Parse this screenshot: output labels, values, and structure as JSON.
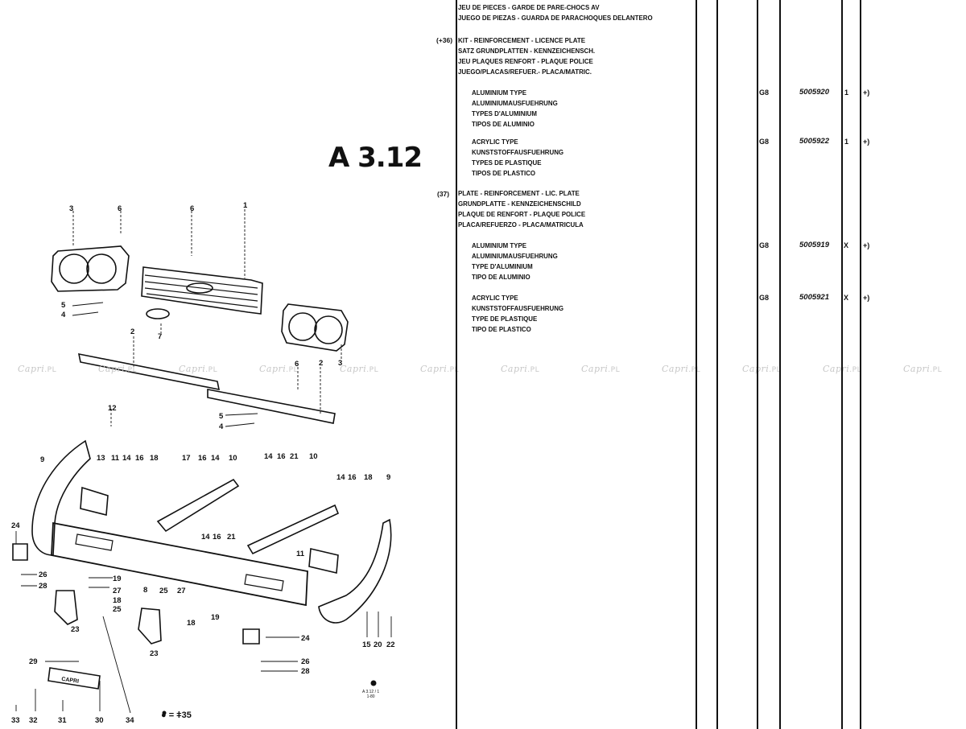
{
  "plate": {
    "title": "A 3.12"
  },
  "header_lines": [
    "JEU DE PIECES - GARDE DE PARE-CHOCS AV",
    "JUEGO DE PIEZAS - GUARDA DE PARACHOQUES DELANTERO"
  ],
  "groups": [
    {
      "ref": "(+36)",
      "lines": [
        "KIT - REINFORCEMENT - LICENCE PLATE",
        "SATZ GRUNDPLATTEN - KENNZEICHENSCH.",
        "JEU PLAQUES RENFORT - PLAQUE POLICE",
        "JUEGO/PLACAS/REFUER.- PLACA/MATRIC."
      ],
      "items": [
        {
          "lines": [
            "ALUMINIUM TYPE",
            "ALUMINIUMAUSFUEHRUNG",
            "TYPES D'ALUMINIUM",
            "TIPOS DE ALUMINIO"
          ],
          "code": "G8",
          "part_no": "5005920",
          "qty": "1",
          "note": "+)"
        },
        {
          "lines": [
            "ACRYLIC TYPE",
            "KUNSTSTOFFAUSFUEHRUNG",
            "TYPES DE PLASTIQUE",
            "TIPOS DE PLASTICO"
          ],
          "code": "G8",
          "part_no": "5005922",
          "qty": "1",
          "note": "+)"
        }
      ]
    },
    {
      "ref": "(37)",
      "lines": [
        "PLATE - REINFORCEMENT - LIC. PLATE",
        "GRUNDPLATTE - KENNZEICHENSCHILD",
        "PLAQUE DE RENFORT - PLAQUE POLICE",
        "PLACA/REFUERZO - PLACA/MATRICULA"
      ],
      "items": [
        {
          "lines": [
            "ALUMINIUM TYPE",
            "ALUMINIUMAUSFUEHRUNG",
            "TYPE D'ALUMINIUM",
            "TIPO DE ALUMINIO"
          ],
          "code": "G8",
          "part_no": "5005919",
          "qty": "X",
          "note": "+)"
        },
        {
          "lines": [
            "ACRYLIC TYPE",
            "KUNSTSTOFFAUSFUEHRUNG",
            "TYPE DE PLASTIQUE",
            "TIPO DE PLASTICO"
          ],
          "code": "G8",
          "part_no": "5005921",
          "qty": "X",
          "note": "+)"
        }
      ]
    }
  ],
  "diagram": {
    "callouts": [
      "1",
      "2",
      "3",
      "4",
      "5",
      "6",
      "7",
      "8",
      "9",
      "10",
      "11",
      "12",
      "13",
      "14",
      "15",
      "16",
      "17",
      "18",
      "19",
      "20",
      "21",
      "22",
      "23",
      "24",
      "25",
      "26",
      "27",
      "28",
      "29",
      "30",
      "31",
      "32",
      "33",
      "34"
    ],
    "plate_text": "CAPRI",
    "legend": "● = ǂ35",
    "stamp_lines": [
      "A 3.12 / 1",
      "1-80"
    ]
  },
  "watermark": {
    "text": "Capri",
    "suffix": ".PL"
  }
}
